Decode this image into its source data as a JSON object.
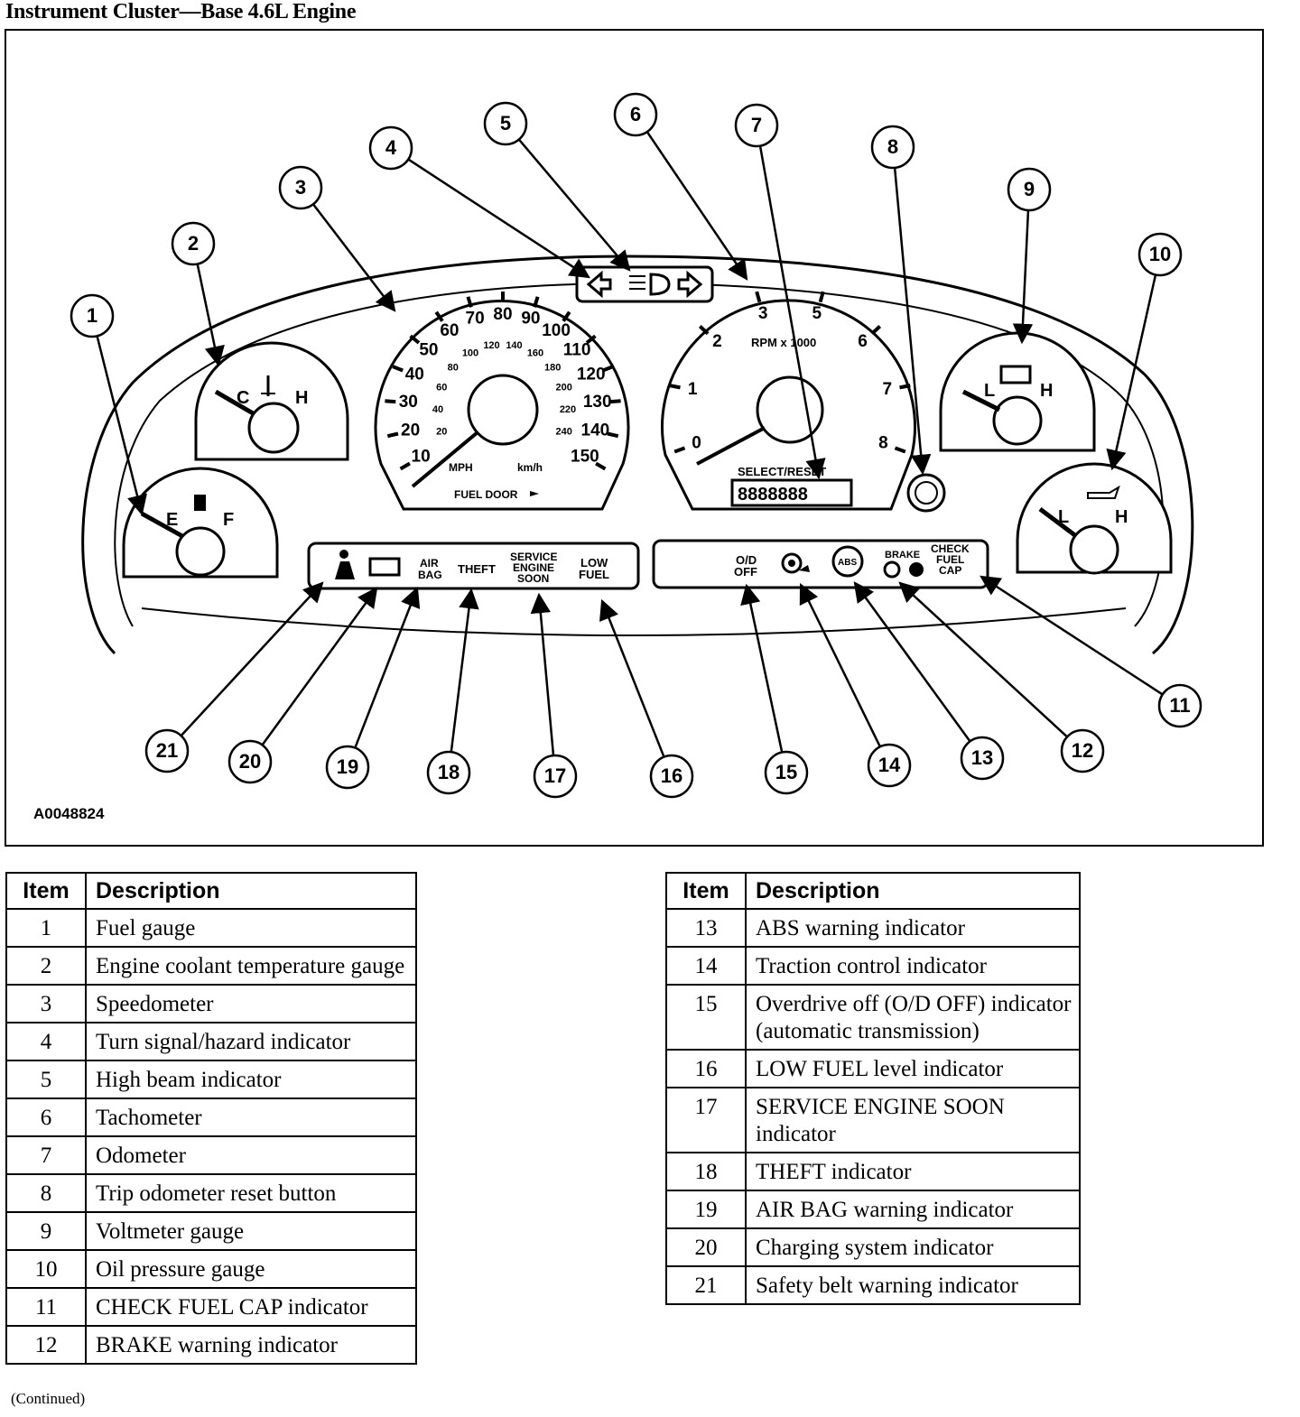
{
  "title": "Instrument Cluster—Base 4.6L Engine",
  "figure_id": "A0048824",
  "callouts": [
    "1",
    "2",
    "3",
    "4",
    "5",
    "6",
    "7",
    "8",
    "9",
    "10",
    "11",
    "12",
    "13",
    "14",
    "15",
    "16",
    "17",
    "18",
    "19",
    "20",
    "21"
  ],
  "gauges": {
    "fuel": {
      "low": "E",
      "high": "F",
      "icon": "fuel-pump-icon"
    },
    "coolant": {
      "low": "C",
      "high": "H",
      "icon": "thermometer-icon"
    },
    "volt": {
      "low": "L",
      "high": "H",
      "icon": "battery-icon"
    },
    "oil": {
      "low": "L",
      "high": "H",
      "icon": "oil-can-icon"
    }
  },
  "speedometer": {
    "mph": [
      "10",
      "20",
      "30",
      "40",
      "50",
      "60",
      "70",
      "80",
      "90",
      "100",
      "110",
      "120",
      "130",
      "140",
      "150"
    ],
    "kmh": [
      "20",
      "40",
      "60",
      "80",
      "100",
      "120",
      "140",
      "160",
      "180",
      "200",
      "220",
      "240"
    ],
    "unit_mph": "MPH",
    "unit_kmh": "km/h",
    "fuel_door": "FUEL DOOR"
  },
  "tachometer": {
    "ticks": [
      "0",
      "1",
      "2",
      "3",
      "5",
      "6",
      "7",
      "8"
    ],
    "rpm_label": "RPM x 1000",
    "select_reset": "SELECT/RESET",
    "odometer": "8888888"
  },
  "indicators": {
    "air_bag": [
      "AIR",
      "BAG"
    ],
    "theft": "THEFT",
    "service": [
      "SERVICE",
      "ENGINE",
      "SOON"
    ],
    "low_fuel": [
      "LOW",
      "FUEL"
    ],
    "od_off": [
      "O/D",
      "OFF"
    ],
    "abs": "ABS",
    "brake": "BRAKE",
    "check_fuel_cap": [
      "CHECK",
      "FUEL",
      "CAP"
    ]
  },
  "table_headers": {
    "item": "Item",
    "description": "Description"
  },
  "legend_left": [
    {
      "item": "1",
      "desc": "Fuel gauge"
    },
    {
      "item": "2",
      "desc": "Engine coolant temperature gauge"
    },
    {
      "item": "3",
      "desc": "Speedometer"
    },
    {
      "item": "4",
      "desc": "Turn signal/hazard indicator"
    },
    {
      "item": "5",
      "desc": "High beam indicator"
    },
    {
      "item": "6",
      "desc": "Tachometer"
    },
    {
      "item": "7",
      "desc": "Odometer"
    },
    {
      "item": "8",
      "desc": "Trip odometer reset button"
    },
    {
      "item": "9",
      "desc": "Voltmeter gauge"
    },
    {
      "item": "10",
      "desc": "Oil pressure gauge"
    },
    {
      "item": "11",
      "desc": "CHECK FUEL CAP indicator"
    },
    {
      "item": "12",
      "desc": "BRAKE warning indicator"
    }
  ],
  "legend_right": [
    {
      "item": "13",
      "desc": "ABS warning indicator"
    },
    {
      "item": "14",
      "desc": "Traction control indicator"
    },
    {
      "item": "15",
      "desc": "Overdrive off (O/D OFF) indicator (automatic transmission)"
    },
    {
      "item": "16",
      "desc": "LOW FUEL level indicator"
    },
    {
      "item": "17",
      "desc": "SERVICE ENGINE SOON indicator"
    },
    {
      "item": "18",
      "desc": "THEFT indicator"
    },
    {
      "item": "19",
      "desc": "AIR BAG warning indicator"
    },
    {
      "item": "20",
      "desc": "Charging system indicator"
    },
    {
      "item": "21",
      "desc": "Safety belt warning indicator"
    }
  ],
  "continued": "(Continued)"
}
